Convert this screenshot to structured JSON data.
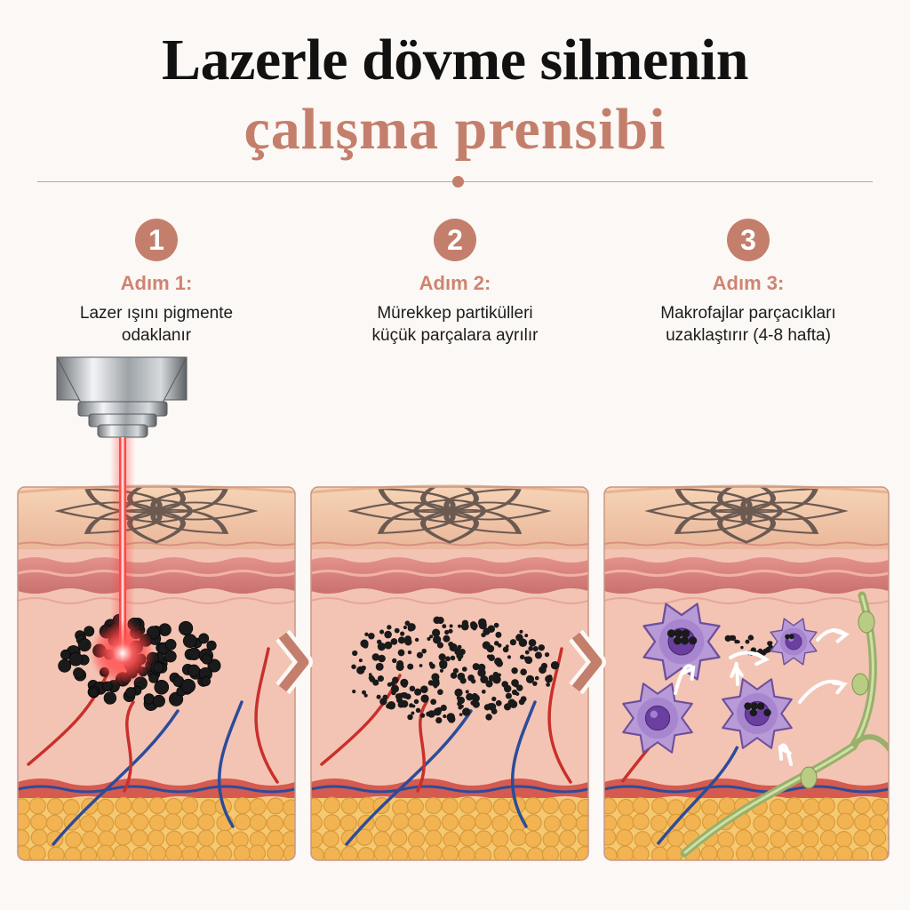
{
  "title": {
    "line1": "Lazerle dövme silmenin",
    "line2": "çalışma prensibi"
  },
  "steps": [
    {
      "number": "1",
      "label": "Adım 1:",
      "desc_line1": "Lazer ışını pigmente",
      "desc_line2": "odaklanır"
    },
    {
      "number": "2",
      "label": "Adım 2:",
      "desc_line1": "Mürekkep partikülleri",
      "desc_line2": "küçük parçalara ayrılır"
    },
    {
      "number": "3",
      "label": "Adım 3:",
      "desc_line1": "Makrofajlar parçacıkları",
      "desc_line2": "uzaklaştırır (4-8 hafta)"
    }
  ],
  "icons": {
    "laser_head": "laser-handpiece-icon",
    "arrow": "chevron-right-icon"
  },
  "colors": {
    "accent": "#c47f6c",
    "title": "#111111",
    "ink": "#1a1a1a",
    "macrophage": "#9a7bc2",
    "artery": "#c9302c",
    "vein": "#2c4c9a",
    "lymph": "#98b06a",
    "fat": "#f2b452",
    "laser": "#ff3b3b"
  }
}
